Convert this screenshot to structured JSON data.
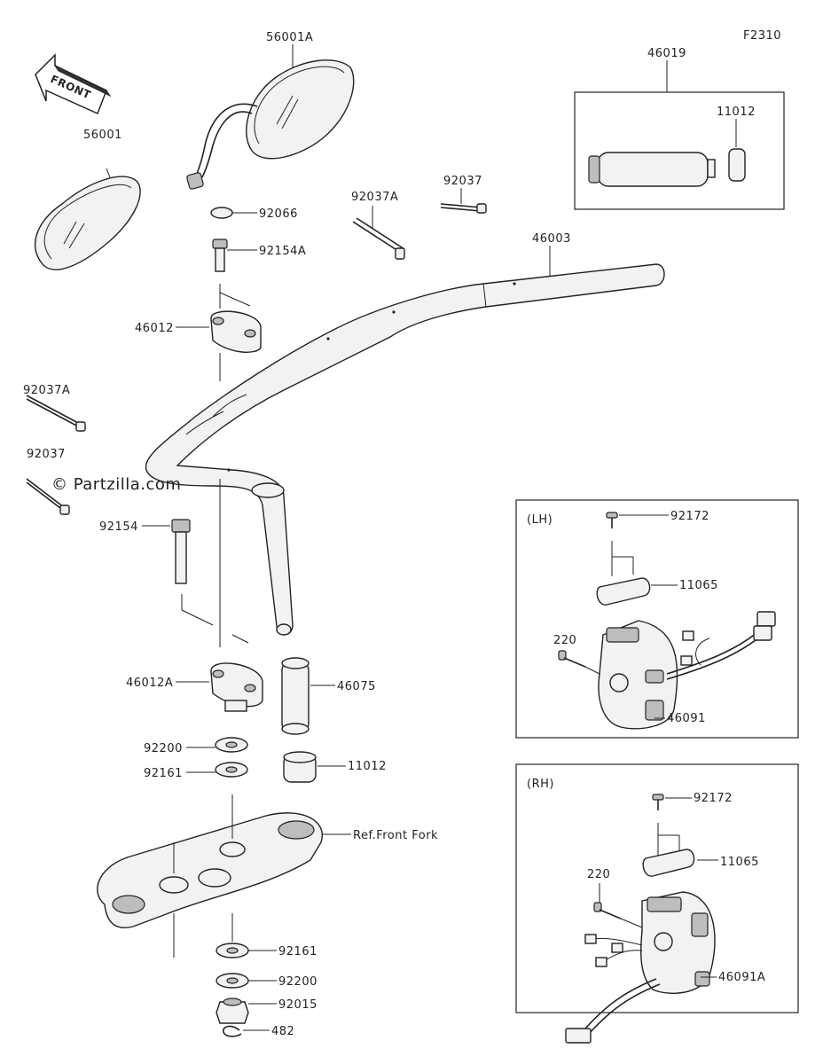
{
  "figure_code": "F2310",
  "front_label": "FRONT",
  "watermark": "© Partzilla.com",
  "labels": {
    "p56001A": "56001A",
    "p56001": "56001",
    "p92066": "92066",
    "p92154A": "92154A",
    "p92037A_top": "92037A",
    "p92037_top": "92037",
    "p46003": "46003",
    "p46019": "46019",
    "p11012_box": "11012",
    "p46012": "46012",
    "p92037A_left": "92037A",
    "p92037_left": "92037",
    "p92154": "92154",
    "p46012A": "46012A",
    "p46075": "46075",
    "p92200_top": "92200",
    "p92161_top": "92161",
    "p11012": "11012",
    "ref_front_fork": "Ref.Front Fork",
    "p92161_bot": "92161",
    "p92200_bot": "92200",
    "p92015": "92015",
    "p482": "482",
    "lh_title": "(LH)",
    "lh_92172": "92172",
    "lh_11065": "11065",
    "lh_220": "220",
    "lh_46091": "46091",
    "rh_title": "(RH)",
    "rh_92172": "92172",
    "rh_11065": "11065",
    "rh_220": "220",
    "rh_46091A": "46091A"
  }
}
